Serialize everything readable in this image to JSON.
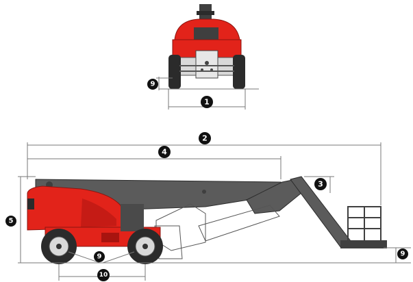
{
  "colors": {
    "body_red": "#e2231a",
    "dark_red": "#a8140f",
    "boom_gray": "#5b5b5b",
    "boom_dark": "#3f3f3f",
    "tire": "#2b2b2b",
    "dimension_line": "#777777",
    "badge": "#111111"
  },
  "callouts": {
    "front_track": "1",
    "front_ground_clearance": "9",
    "overall_length": "2",
    "stowed_length": "4",
    "jib_height": "3",
    "stowed_height": "5",
    "platform_clearance": "9",
    "wheel_clearance": "9",
    "wheelbase": "10"
  }
}
